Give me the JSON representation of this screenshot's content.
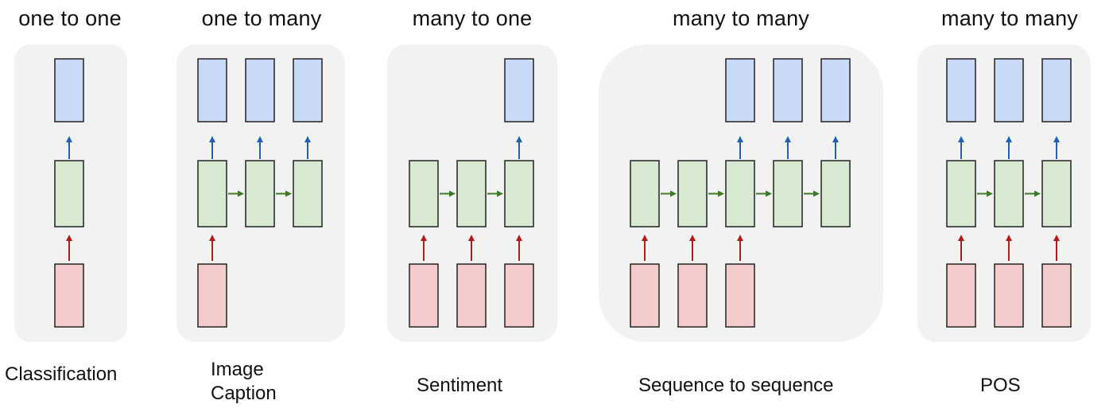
{
  "panels": [
    {
      "id": "one-to-one",
      "title": "one to one",
      "caption": "Classification",
      "cols": [
        {
          "in": true,
          "out": true
        }
      ],
      "recurrent": []
    },
    {
      "id": "one-to-many",
      "title": "one to many",
      "caption": "Image\nCaption",
      "cols": [
        {
          "in": true,
          "out": true
        },
        {
          "in": false,
          "out": true
        },
        {
          "in": false,
          "out": true
        }
      ],
      "recurrent": [
        0,
        1
      ]
    },
    {
      "id": "many-to-one",
      "title": "many to one",
      "caption": "Sentiment",
      "cols": [
        {
          "in": true,
          "out": false
        },
        {
          "in": true,
          "out": false
        },
        {
          "in": true,
          "out": true
        }
      ],
      "recurrent": [
        0,
        1
      ]
    },
    {
      "id": "many-to-many-seq2seq",
      "title": "many to many",
      "caption": "Sequence to sequence",
      "cols": [
        {
          "in": true,
          "out": false
        },
        {
          "in": true,
          "out": false
        },
        {
          "in": true,
          "out": true
        },
        {
          "in": false,
          "out": true
        },
        {
          "in": false,
          "out": true
        }
      ],
      "recurrent": [
        0,
        1,
        2,
        3
      ]
    },
    {
      "id": "many-to-many-pos",
      "title": "many to many",
      "caption": "POS",
      "cols": [
        {
          "in": true,
          "out": true
        },
        {
          "in": true,
          "out": true
        },
        {
          "in": true,
          "out": true
        }
      ],
      "recurrent": [
        0,
        1
      ]
    }
  ],
  "colors": {
    "panel_bg": "#f2f2f2",
    "output_fill": "#c9daf8",
    "hidden_fill": "#d9ead3",
    "input_fill": "#f4cccc",
    "border": "#222222",
    "output_arrow": "#1f5fb5",
    "recurrent_arrow": "#3a7d22",
    "input_arrow": "#b31b1b"
  }
}
